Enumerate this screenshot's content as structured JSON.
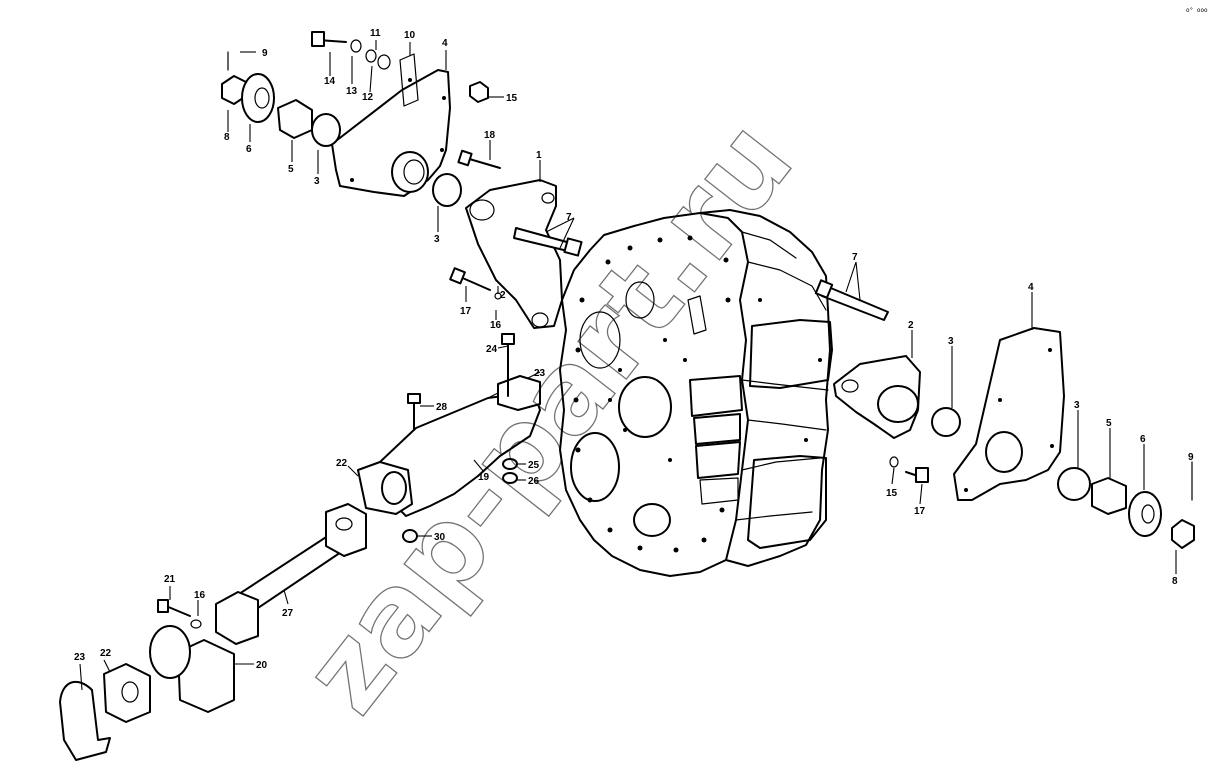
{
  "watermark": "zap-part.ru",
  "corner_mark": "o° ooo",
  "callouts": [
    {
      "id": "c-9a",
      "text": "9"
    },
    {
      "id": "c-8a",
      "text": "8"
    },
    {
      "id": "c-6a",
      "text": "6"
    },
    {
      "id": "c-5a",
      "text": "5"
    },
    {
      "id": "c-3a",
      "text": "3"
    },
    {
      "id": "c-14",
      "text": "14"
    },
    {
      "id": "c-13",
      "text": "13"
    },
    {
      "id": "c-11",
      "text": "11"
    },
    {
      "id": "c-12",
      "text": "12"
    },
    {
      "id": "c-10",
      "text": "10"
    },
    {
      "id": "c-4a",
      "text": "4"
    },
    {
      "id": "c-15a",
      "text": "15"
    },
    {
      "id": "c-18",
      "text": "18"
    },
    {
      "id": "c-1",
      "text": "1"
    },
    {
      "id": "c-3b",
      "text": "3"
    },
    {
      "id": "c-7a",
      "text": "7"
    },
    {
      "id": "c-2a",
      "text": "2"
    },
    {
      "id": "c-17a",
      "text": "17"
    },
    {
      "id": "c-16a",
      "text": "16"
    },
    {
      "id": "c-24",
      "text": "24"
    },
    {
      "id": "c-23a",
      "text": "23"
    },
    {
      "id": "c-28",
      "text": "28"
    },
    {
      "id": "c-22a",
      "text": "22"
    },
    {
      "id": "c-19",
      "text": "19"
    },
    {
      "id": "c-25",
      "text": "25"
    },
    {
      "id": "c-26",
      "text": "26"
    },
    {
      "id": "c-30",
      "text": "30"
    },
    {
      "id": "c-21",
      "text": "21"
    },
    {
      "id": "c-16b",
      "text": "16"
    },
    {
      "id": "c-27",
      "text": "27"
    },
    {
      "id": "c-20",
      "text": "20"
    },
    {
      "id": "c-23b",
      "text": "23"
    },
    {
      "id": "c-22b",
      "text": "22"
    },
    {
      "id": "c-7b",
      "text": "7"
    },
    {
      "id": "c-4b",
      "text": "4"
    },
    {
      "id": "c-2b",
      "text": "2"
    },
    {
      "id": "c-3c",
      "text": "3"
    },
    {
      "id": "c-3d",
      "text": "3"
    },
    {
      "id": "c-5b",
      "text": "5"
    },
    {
      "id": "c-6b",
      "text": "6"
    },
    {
      "id": "c-9b",
      "text": "9"
    },
    {
      "id": "c-8b",
      "text": "8"
    },
    {
      "id": "c-15b",
      "text": "15"
    },
    {
      "id": "c-17b",
      "text": "17"
    }
  ]
}
